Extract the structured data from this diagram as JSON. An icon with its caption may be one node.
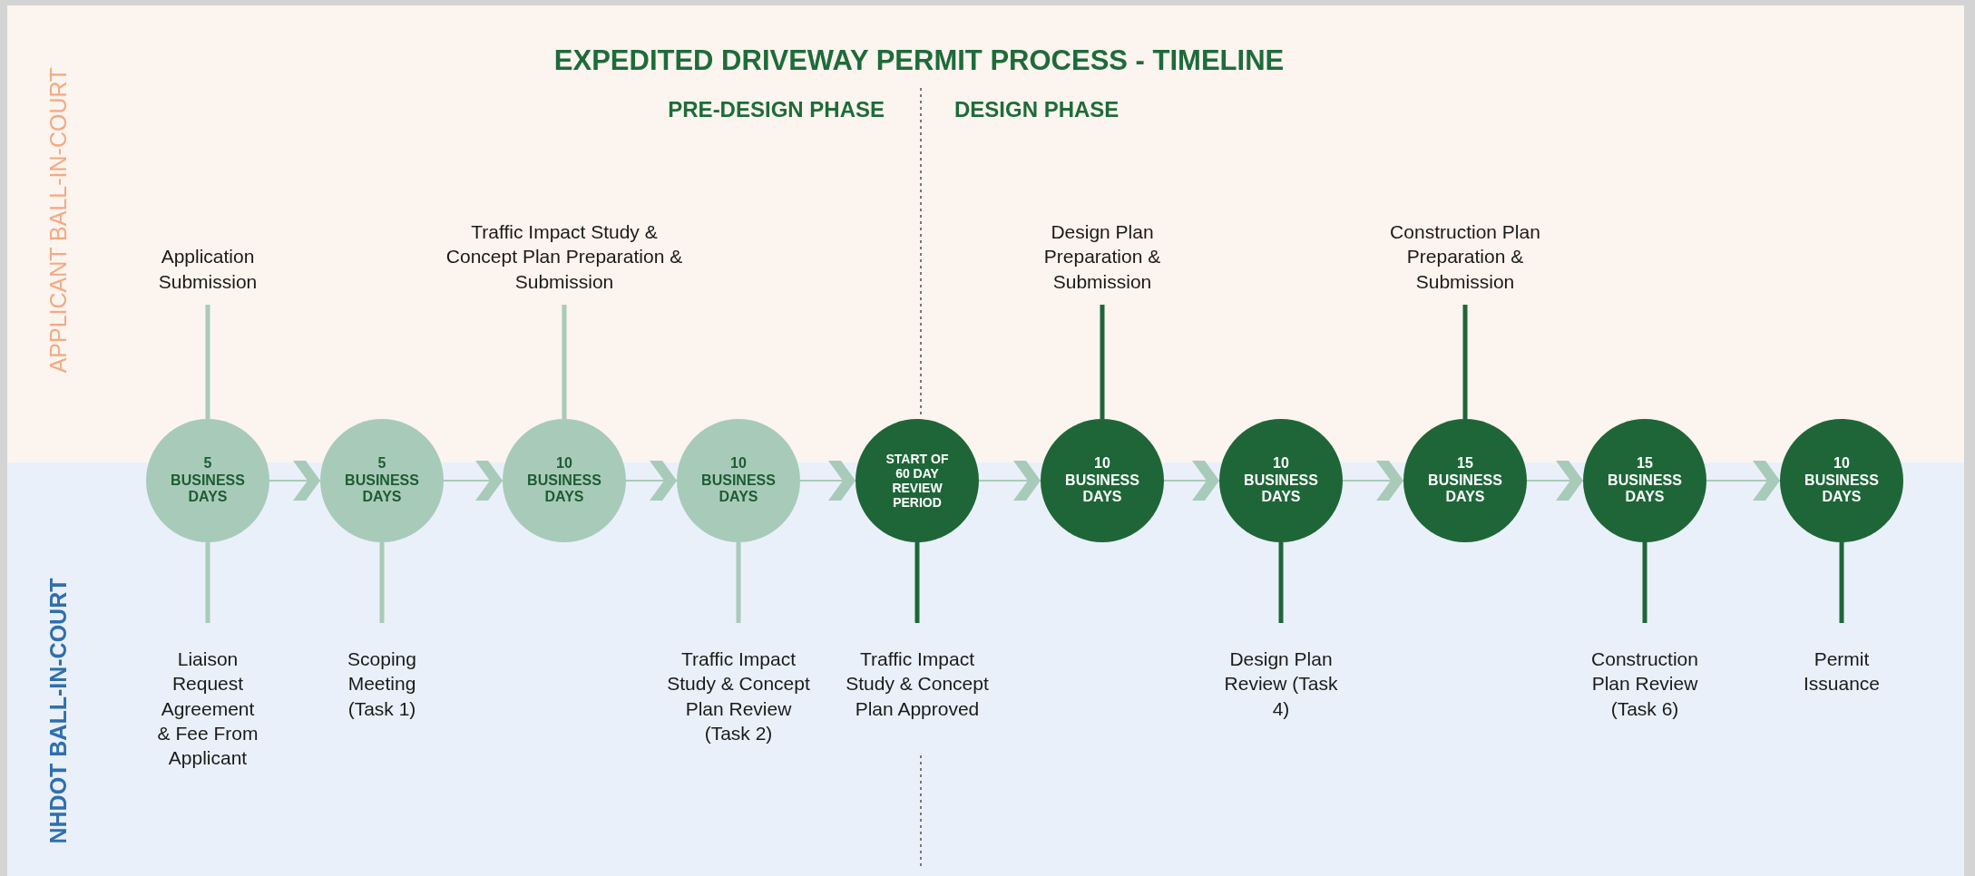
{
  "diagram": {
    "title": "EXPEDITED DRIVEWAY PERMIT PROCESS - TIMELINE",
    "nodes": [
      {
        "text": [
          "5 BUSINESS DAYS"
        ]
      },
      {
        "text": [
          "5 BUSINESS DAYS"
        ]
      },
      {
        "text": [
          "10 BUSINESS DAYS"
        ]
      },
      {
        "text": [
          "10 BUSINESS DAYS"
        ]
      },
      {
        "text": [
          "START OF 60 DAY REVIEW PERIOD"
        ]
      },
      {
        "text": [
          "10 BUSINESS DAYS"
        ]
      },
      {
        "text": [
          "10 BUSINESS DAYS"
        ]
      },
      {
        "text": [
          "15 BUSINESS DAYS"
        ]
      },
      {
        "text": [
          "15 BUSINESS DAYS"
        ]
      },
      {
        "text": [
          "10 BUSINESS DAYS"
        ]
      },
      {
        "text": [
          "Application Submission"
        ]
      },
      {
        "text": [
          "Traffic Impact Study & Concept Plan Preparation & Submission"
        ]
      },
      {
        "text": [
          "Design Plan Preparation & Submission"
        ]
      },
      {
        "text": [
          "Construction Plan Preparation & Submission"
        ]
      },
      {
        "text": [
          "Liaison Request Agreement & Fee From Applicant"
        ]
      },
      {
        "text": [
          "Scoping Meeting (Task 1)"
        ]
      },
      {
        "text": [
          "Traffic Impact Study & Concept Plan Review (Task 2)"
        ]
      },
      {
        "text": [
          "Traffic Impact Study & Concept Plan Approved"
        ]
      },
      {
        "text": [
          "Design Plan Review (Task 4)"
        ]
      },
      {
        "text": [
          "Construction Plan Review (Task 6)"
        ]
      },
      {
        "text": [
          "Permit Issuance"
        ]
      }
    ],
    "edges": [
      {
        "from": 0,
        "to": 1,
        "arrow": "to",
        "color": "#a8cbb9"
      },
      {
        "from": 1,
        "to": 2,
        "arrow": "to",
        "color": "#a8cbb9"
      },
      {
        "from": 2,
        "to": 3,
        "arrow": "to",
        "color": "#a8cbb9"
      },
      {
        "from": 3,
        "to": 4,
        "arrow": "to",
        "color": "#a8cbb9"
      },
      {
        "from": 4,
        "to": 5,
        "arrow": "to",
        "color": "#a8cbb9"
      },
      {
        "from": 5,
        "to": 6,
        "arrow": "to",
        "color": "#a8cbb9"
      },
      {
        "from": 6,
        "to": 7,
        "arrow": "to",
        "color": "#a8cbb9"
      },
      {
        "from": 7,
        "to": 8,
        "arrow": "to",
        "color": "#a8cbb9"
      },
      {
        "from": 8,
        "to": 9,
        "arrow": "to",
        "color": "#a8cbb9"
      },
      {
        "from": 10,
        "to": 0,
        "arrow": "none",
        "color": "#a8cbb9"
      },
      {
        "from": 11,
        "to": 2,
        "arrow": "none",
        "color": "#a8cbb9"
      },
      {
        "from": 12,
        "to": 5,
        "arrow": "none",
        "color": "#1e6638"
      },
      {
        "from": 13,
        "to": 7,
        "arrow": "none",
        "color": "#1e6638"
      },
      {
        "from": 0,
        "to": 14,
        "arrow": "none",
        "color": "#a8cbb9"
      },
      {
        "from": 1,
        "to": 15,
        "arrow": "none",
        "color": "#a8cbb9"
      },
      {
        "from": 3,
        "to": 16,
        "arrow": "none",
        "color": "#a8cbb9"
      },
      {
        "from": 4,
        "to": 17,
        "arrow": "none",
        "color": "#1e6638"
      },
      {
        "from": 6,
        "to": 18,
        "arrow": "none",
        "color": "#1e6638"
      },
      {
        "from": 8,
        "to": 19,
        "arrow": "none",
        "color": "#1e6638"
      },
      {
        "from": 9,
        "to": 20,
        "arrow": "none",
        "color": "#1e6638"
      }
    ],
    "labels": [
      "APPLICANT BALL-IN-COURT",
      "PRE-DESIGN PHASE",
      "DESIGN PHASE",
      "NHDOT BALL-IN-COURT"
    ]
  }
}
